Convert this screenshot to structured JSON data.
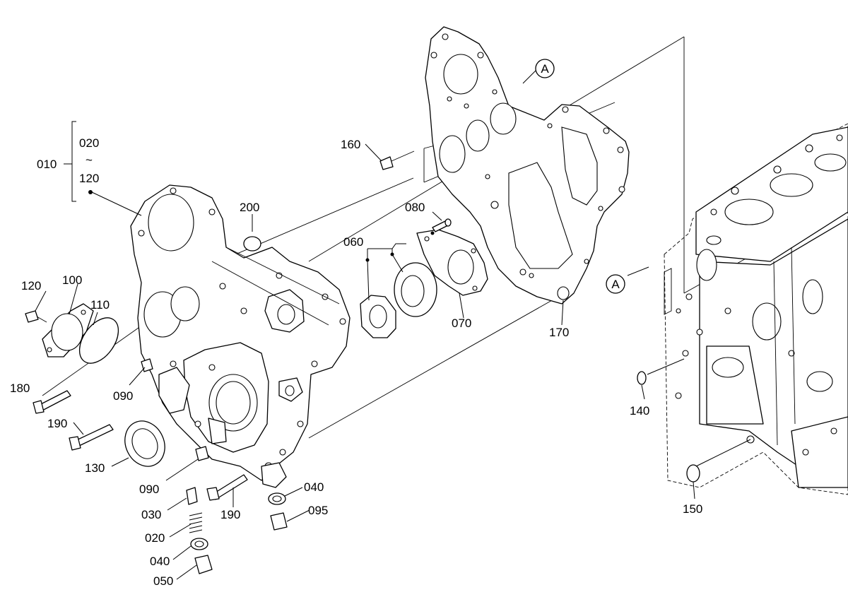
{
  "callouts": [
    {
      "id": "c010",
      "text": "010"
    },
    {
      "id": "c020a",
      "text": "020"
    },
    {
      "id": "c120a",
      "text": "120"
    },
    {
      "id": "c120b",
      "text": "120"
    },
    {
      "id": "c100",
      "text": "100"
    },
    {
      "id": "c110",
      "text": "110"
    },
    {
      "id": "c180",
      "text": "180"
    },
    {
      "id": "c090a",
      "text": "090"
    },
    {
      "id": "c190a",
      "text": "190"
    },
    {
      "id": "c130",
      "text": "130"
    },
    {
      "id": "c090b",
      "text": "090"
    },
    {
      "id": "c030",
      "text": "030"
    },
    {
      "id": "c020b",
      "text": "020"
    },
    {
      "id": "c040a",
      "text": "040"
    },
    {
      "id": "c050",
      "text": "050"
    },
    {
      "id": "c190b",
      "text": "190"
    },
    {
      "id": "c040b",
      "text": "040"
    },
    {
      "id": "c095",
      "text": "095"
    },
    {
      "id": "c200",
      "text": "200"
    },
    {
      "id": "c060",
      "text": "060"
    },
    {
      "id": "c080",
      "text": "080"
    },
    {
      "id": "c070",
      "text": "070"
    },
    {
      "id": "c160",
      "text": "160"
    },
    {
      "id": "c170",
      "text": "170"
    },
    {
      "id": "c140",
      "text": "140"
    },
    {
      "id": "c150",
      "text": "150"
    }
  ],
  "range_symbol": "~",
  "reference_markers": [
    {
      "id": "refA1",
      "text": "A"
    },
    {
      "id": "refA2",
      "text": "A"
    }
  ]
}
